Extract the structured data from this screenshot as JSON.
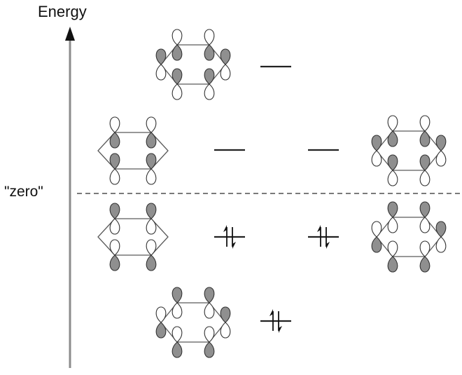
{
  "axis": {
    "label": "Energy",
    "reference_label": "\"zero\""
  },
  "orbitals": [
    {
      "id": "psi6",
      "group": "antibonding",
      "occupancy": 0
    },
    {
      "id": "psi4",
      "group": "antibonding",
      "occupancy": 0
    },
    {
      "id": "psi5",
      "group": "antibonding",
      "occupancy": 0
    },
    {
      "id": "psi2",
      "group": "bonding",
      "occupancy": 2
    },
    {
      "id": "psi3",
      "group": "bonding",
      "occupancy": 2
    },
    {
      "id": "psi1",
      "group": "bonding",
      "occupancy": 2
    }
  ],
  "colors": {
    "axis": "#8c8c8c",
    "zero_line": "#7a7a7a",
    "lobe_shaded": "#8f8f8f",
    "lobe_open": "#ffffff",
    "outline": "#333333",
    "level": "#222222",
    "bond": "#5a5a5a"
  }
}
